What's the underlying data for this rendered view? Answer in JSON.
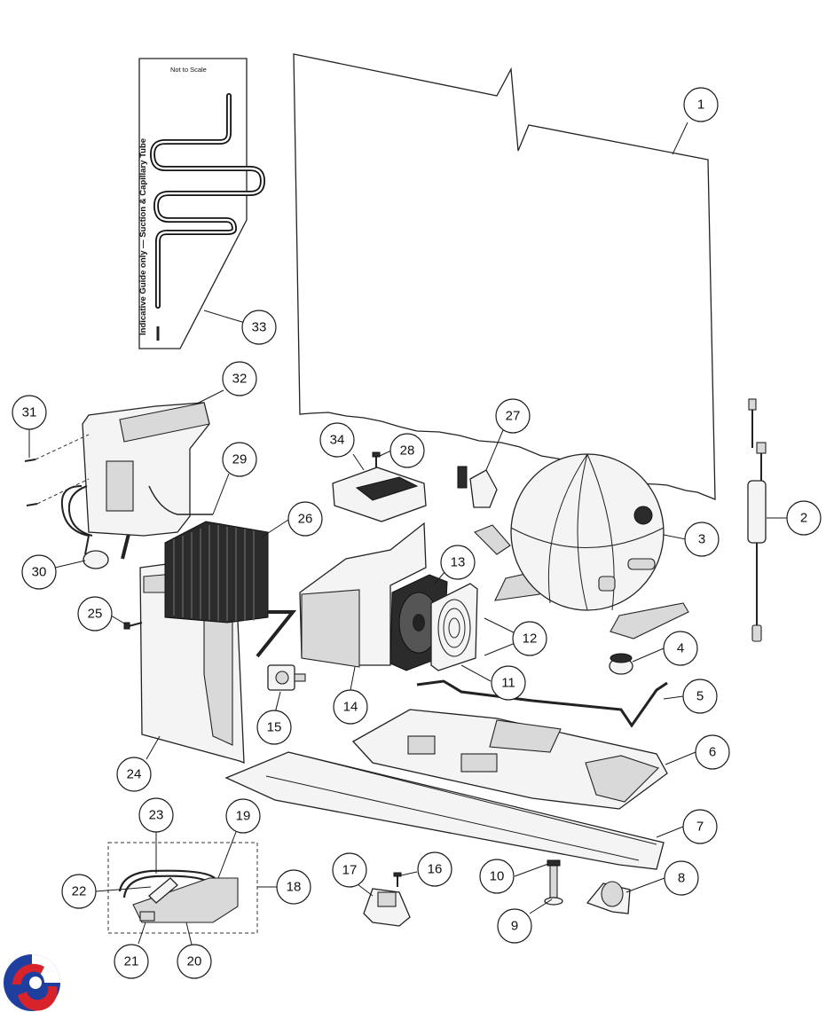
{
  "guide_panel": {
    "scale_note": "Not to Scale",
    "vertical_caption": "Indicative Guide only  —  Suction & Capillary Tube"
  },
  "callouts": [
    "1",
    "2",
    "3",
    "4",
    "5",
    "6",
    "7",
    "8",
    "9",
    "10",
    "11",
    "12",
    "13",
    "14",
    "15",
    "16",
    "17",
    "18",
    "19",
    "20",
    "21",
    "22",
    "23",
    "24",
    "25",
    "26",
    "27",
    "28",
    "29",
    "30",
    "31",
    "32",
    "33",
    "34"
  ],
  "logo": {
    "name": "brand-logo",
    "colors": [
      "#1f3f9e",
      "#d8232a"
    ]
  }
}
